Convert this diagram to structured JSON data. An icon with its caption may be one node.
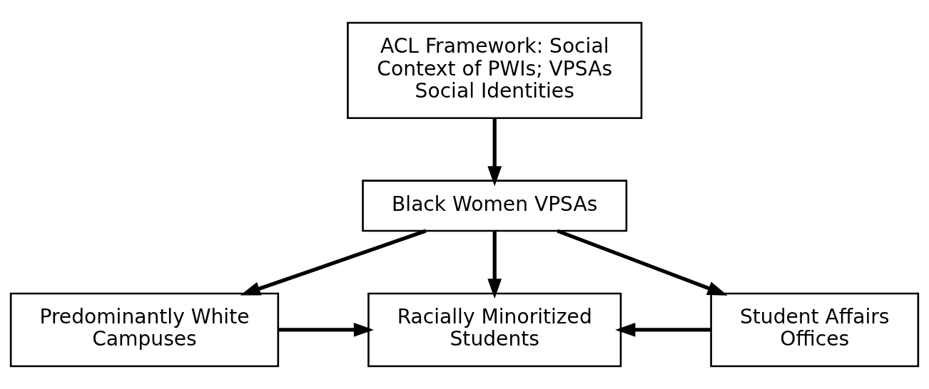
{
  "diagram": {
    "nodes": [
      {
        "text": [
          "ACL Framework: Social Context of PWIs; VPSAs Social Identities"
        ]
      },
      {
        "text": [
          "Black Women VPSAs"
        ]
      },
      {
        "text": [
          "Predominantly White Campuses"
        ]
      },
      {
        "text": [
          "Racially Minoritized Students"
        ]
      },
      {
        "text": [
          "Student Affairs Offices"
        ]
      }
    ],
    "edges": [
      {
        "from": 0,
        "to": 1,
        "arrow": "to"
      },
      {
        "from": 1,
        "to": 2,
        "arrow": "to"
      },
      {
        "from": 1,
        "to": 3,
        "arrow": "to"
      },
      {
        "from": 1,
        "to": 4,
        "arrow": "to"
      },
      {
        "from": 2,
        "to": 3,
        "arrow": "to"
      },
      {
        "from": 4,
        "to": 3,
        "arrow": "to"
      }
    ]
  }
}
